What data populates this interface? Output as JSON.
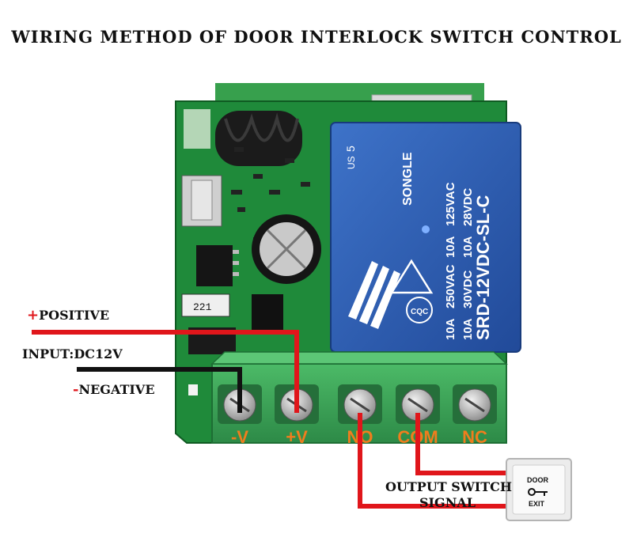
{
  "title": "WIRING METHOD OF DOOR INTERLOCK SWITCH CONTROL",
  "labels": {
    "positive_sign": "+",
    "positive": "POSITIVE",
    "input": "INPUT:DC12V",
    "negative_sign": "-",
    "negative": "NEGATIVE",
    "output_line1": "OUTPUT SWITCH",
    "output_line2": "SIGNAL"
  },
  "terminals": [
    "-V",
    "+V",
    "NO",
    "COM",
    "NC"
  ],
  "relay": {
    "model": "SRD-12VDC-SL-C",
    "brand": "SONGLE",
    "rating_col1": [
      "10A",
      "10A"
    ],
    "rating_col2": [
      "250VAC",
      "30VDC"
    ],
    "rating_col3": [
      "10A",
      "10A"
    ],
    "rating_col4": [
      "125VAC",
      "28VDC"
    ],
    "cert1": "CQC",
    "cert2": "US",
    "cert_number": "5"
  },
  "board": {
    "resistor_code": "221"
  },
  "exit_button": {
    "top": "DOOR",
    "bottom": "EXIT"
  },
  "colors": {
    "positive_wire": "#e0161b",
    "negative_wire": "#111111",
    "output_wire": "#e0161b",
    "pcb": "#1f8a3a",
    "terminal_block": "#3aa455",
    "relay": "#2a5bb0"
  }
}
